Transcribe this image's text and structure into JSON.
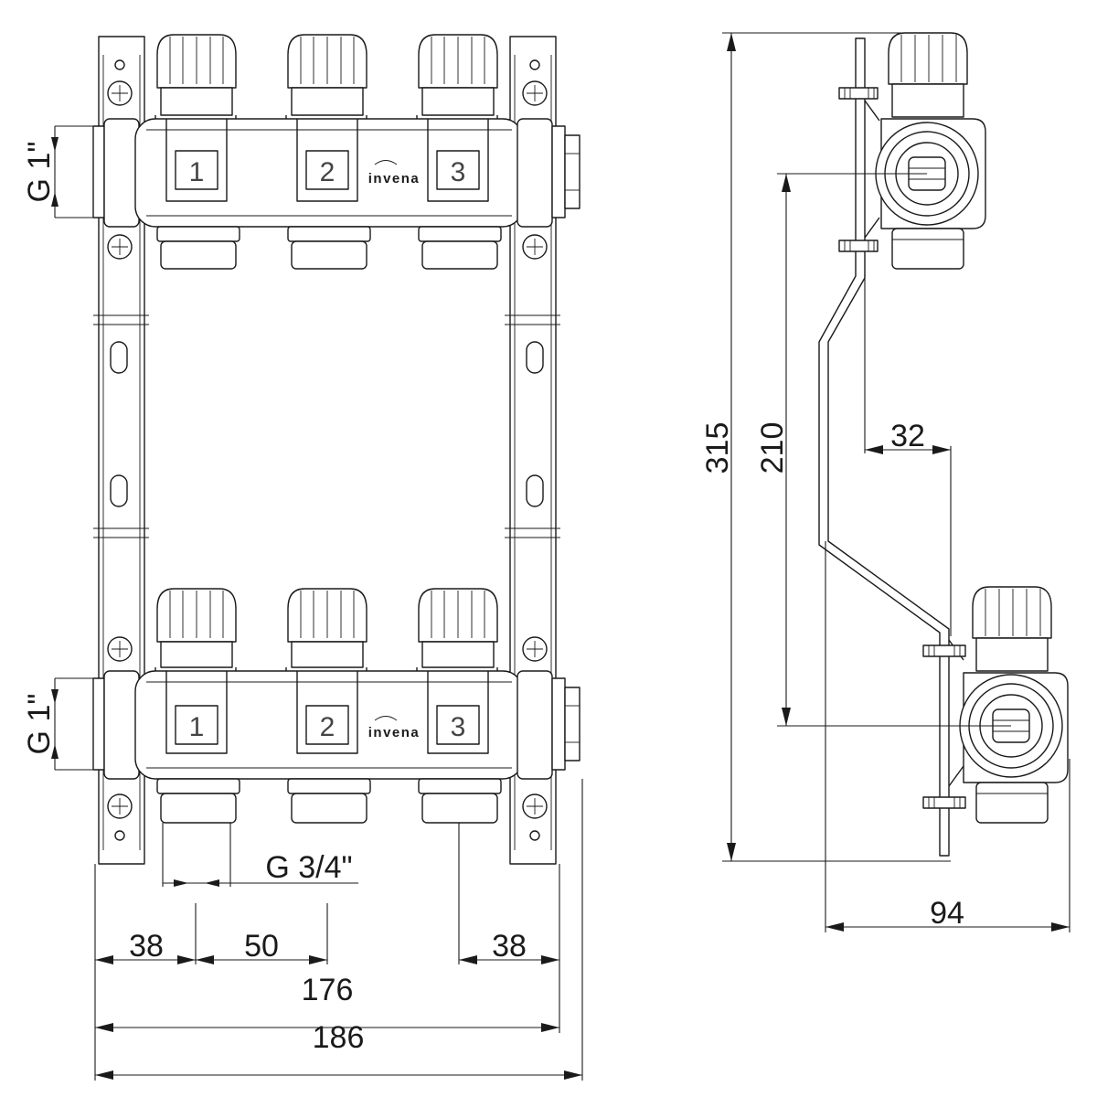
{
  "brand": "invena",
  "front_view": {
    "outlets": [
      "1",
      "2",
      "3"
    ],
    "thread_inlet_top": "G 1\"",
    "thread_inlet_bottom": "G 1\"",
    "thread_outlet": "G 3/4\""
  },
  "dimensions": {
    "side_left_spacing": "38",
    "outlet_spacing": "50",
    "side_right_spacing": "38",
    "body_length": "176",
    "total_width": "186",
    "total_height": "315",
    "axis_distance": "210",
    "bracket_offset": "32",
    "depth": "94"
  }
}
